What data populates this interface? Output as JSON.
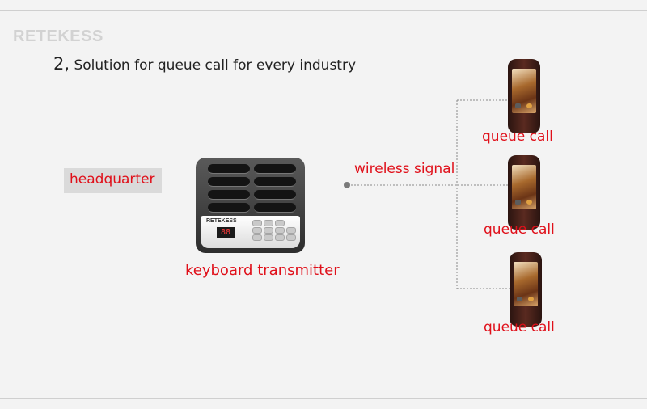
{
  "brand": "RETEKESS",
  "heading": {
    "number": "2,",
    "text": "Solution for queue call for every industry"
  },
  "nodes": {
    "headquarter": "headquarter",
    "transmitter": "keyboard transmitter",
    "transmitter_brand": "RETEKESS",
    "transmitter_display": "88",
    "wireless": "wireless signal",
    "pagers": [
      "queue call",
      "queue call",
      "queue call"
    ]
  },
  "colors": {
    "label": "#e0101a",
    "heading": "#222222",
    "background": "#f3f3f3",
    "connector": "#8a8a8a"
  }
}
